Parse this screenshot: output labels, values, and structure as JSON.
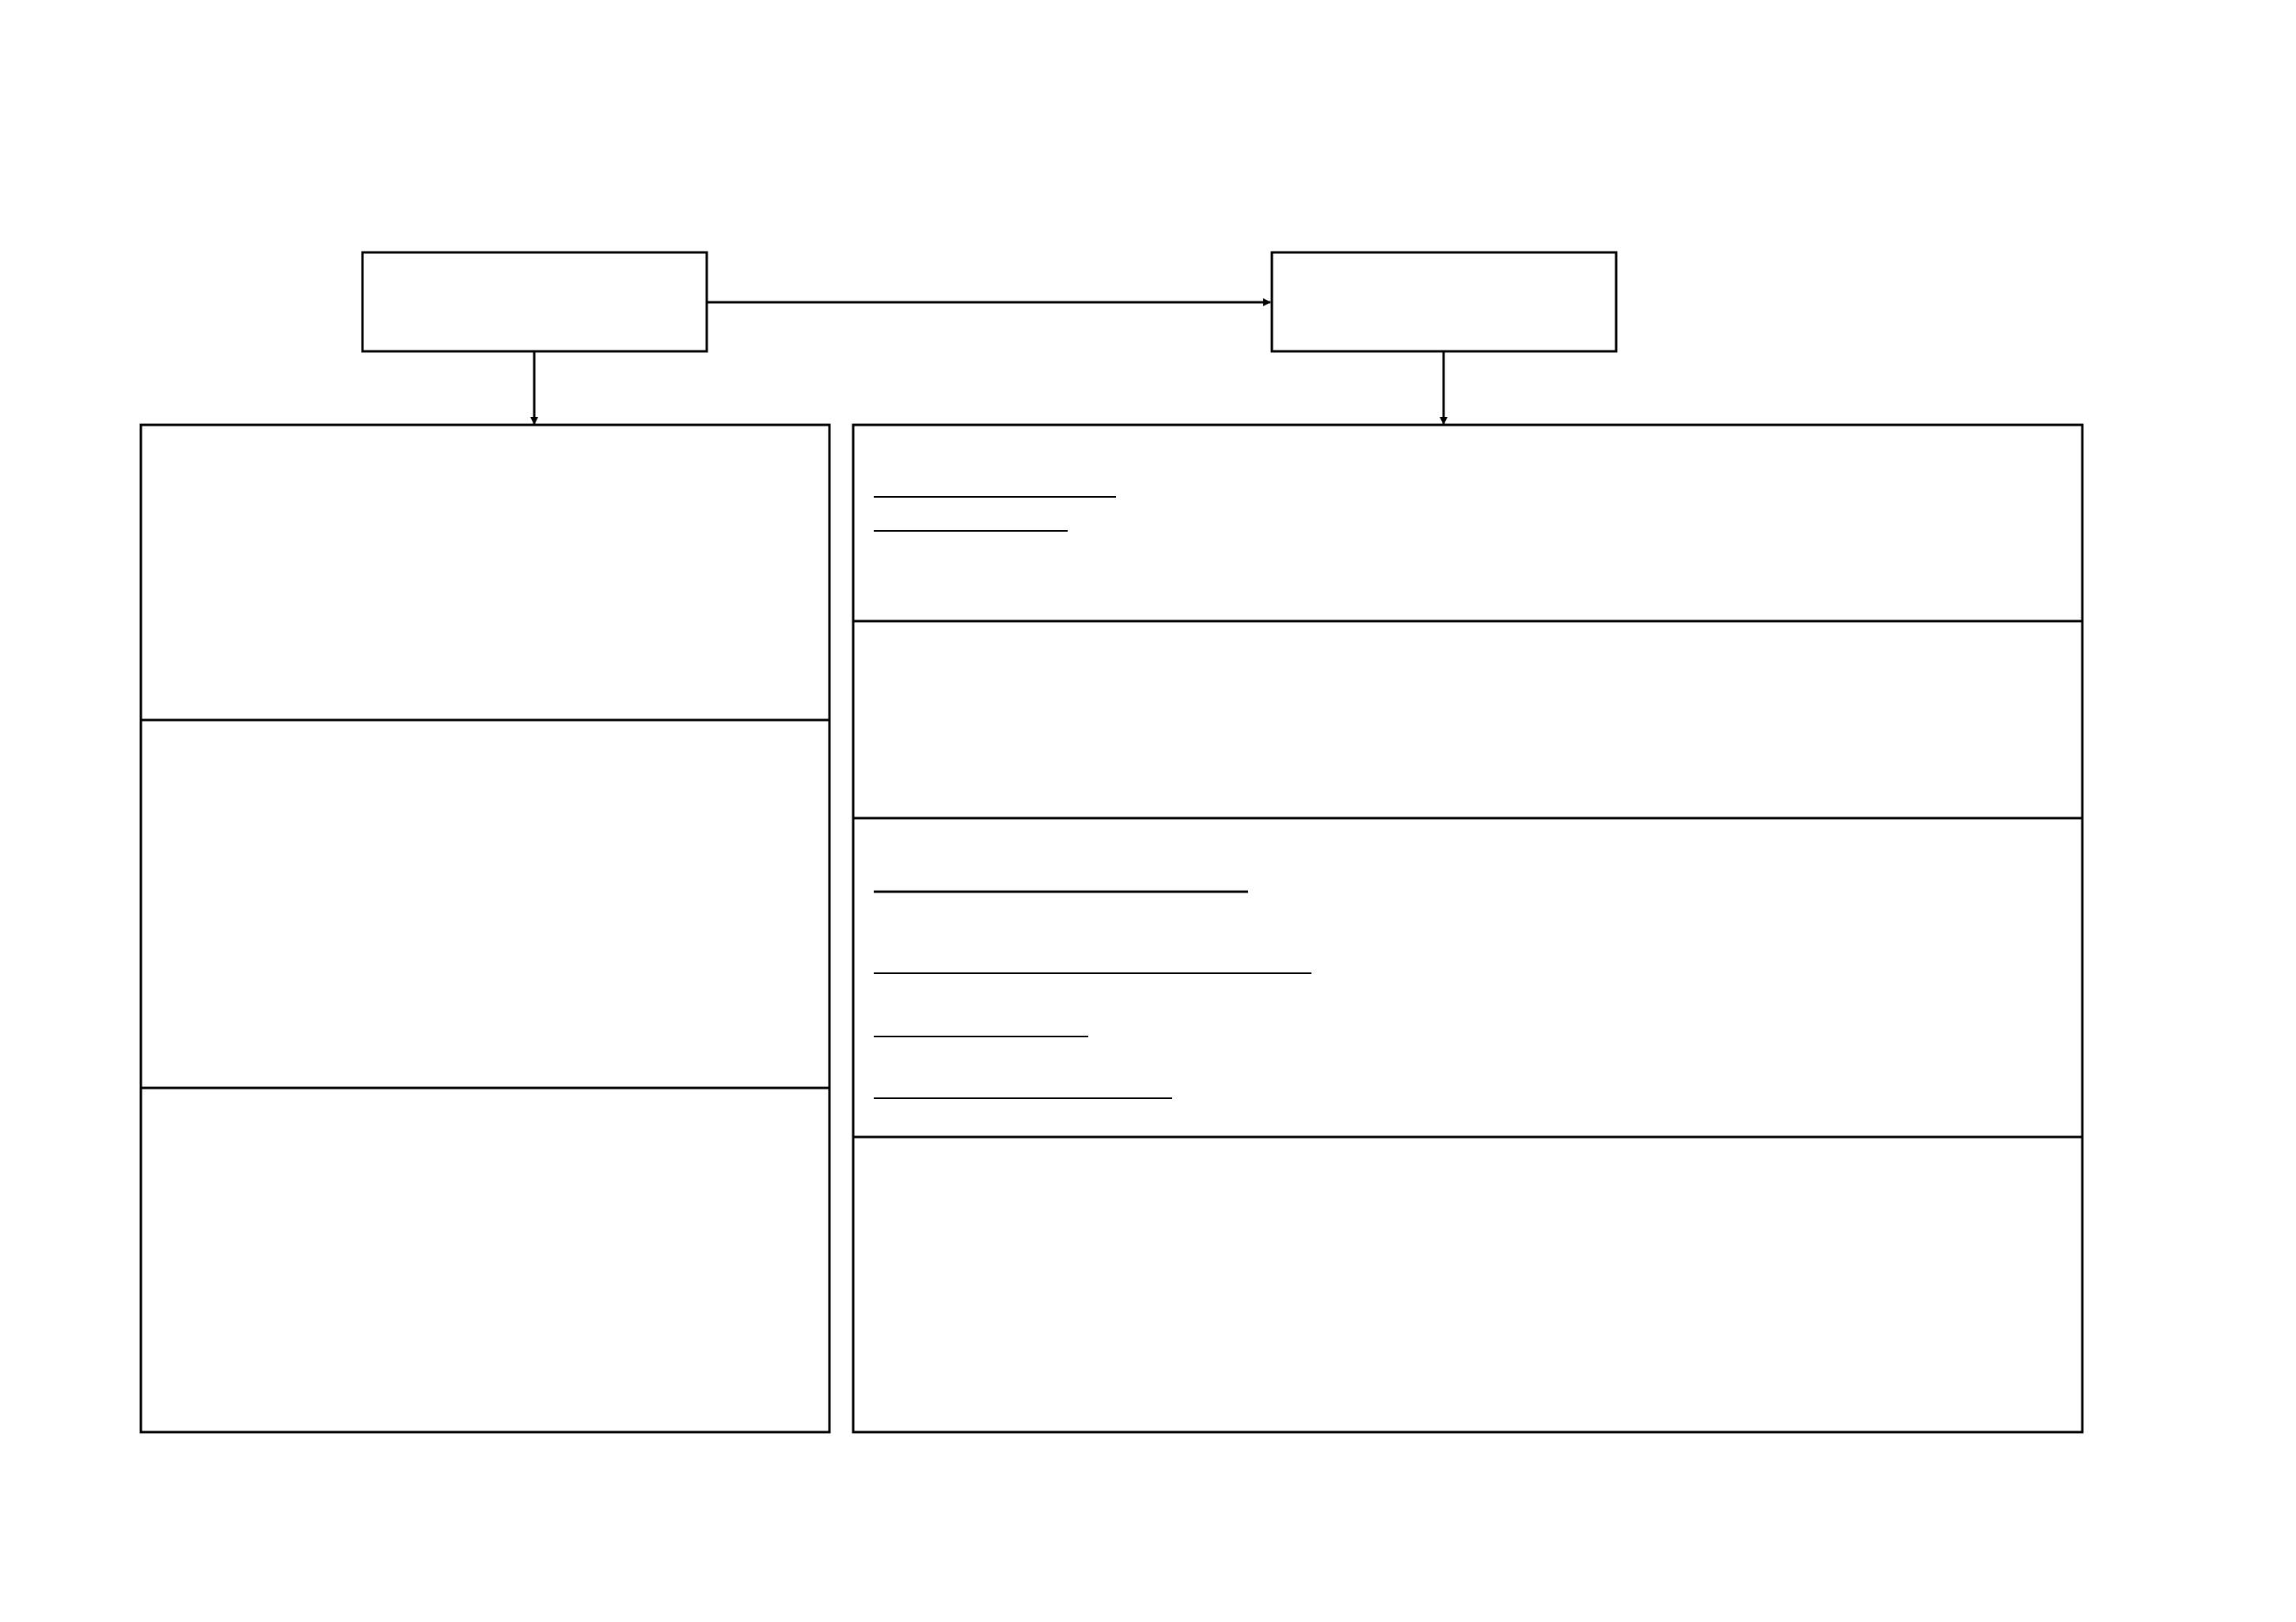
{
  "diagram": {
    "stroke_color": "#000000",
    "background_color": "#ffffff",
    "top_left_box": {
      "text": ""
    },
    "top_right_box": {
      "text": ""
    },
    "left_panel": {
      "sections": [
        {
          "text": ""
        },
        {
          "text": ""
        },
        {
          "text": ""
        }
      ]
    },
    "right_panel": {
      "sections": [
        {
          "blank_lines": 2
        },
        {
          "blank_lines": 0
        },
        {
          "blank_lines": 4
        },
        {
          "blank_lines": 0
        }
      ]
    },
    "connectors": [
      {
        "from": "top_left_box",
        "to": "top_right_box"
      },
      {
        "from": "top_left_box",
        "to": "left_panel"
      },
      {
        "from": "top_right_box",
        "to": "right_panel"
      }
    ]
  }
}
